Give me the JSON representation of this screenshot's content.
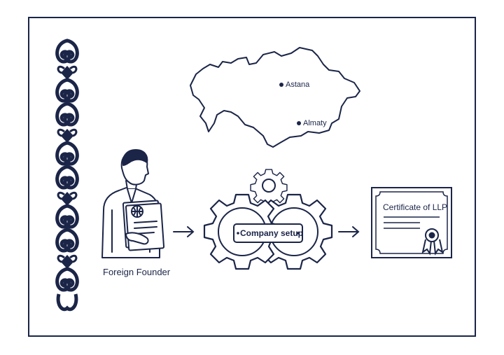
{
  "colors": {
    "ink": "#1b2548",
    "background": "#ffffff"
  },
  "map": {
    "region_icon": "kazakhstan-map-outline",
    "cities": [
      {
        "name": "Astana"
      },
      {
        "name": "Almaty"
      }
    ]
  },
  "ornament": {
    "icon": "kazakh-ornament-border"
  },
  "founder": {
    "label": "Foreign Founder",
    "icon": "businessman-with-globe-document"
  },
  "setup": {
    "label": "Company setup",
    "icon": "gears-icon"
  },
  "certificate": {
    "label": "Certificate of LLP",
    "icon": "certificate-with-seal-icon"
  },
  "flow": {
    "arrow_icon": "right-arrow-icon"
  }
}
